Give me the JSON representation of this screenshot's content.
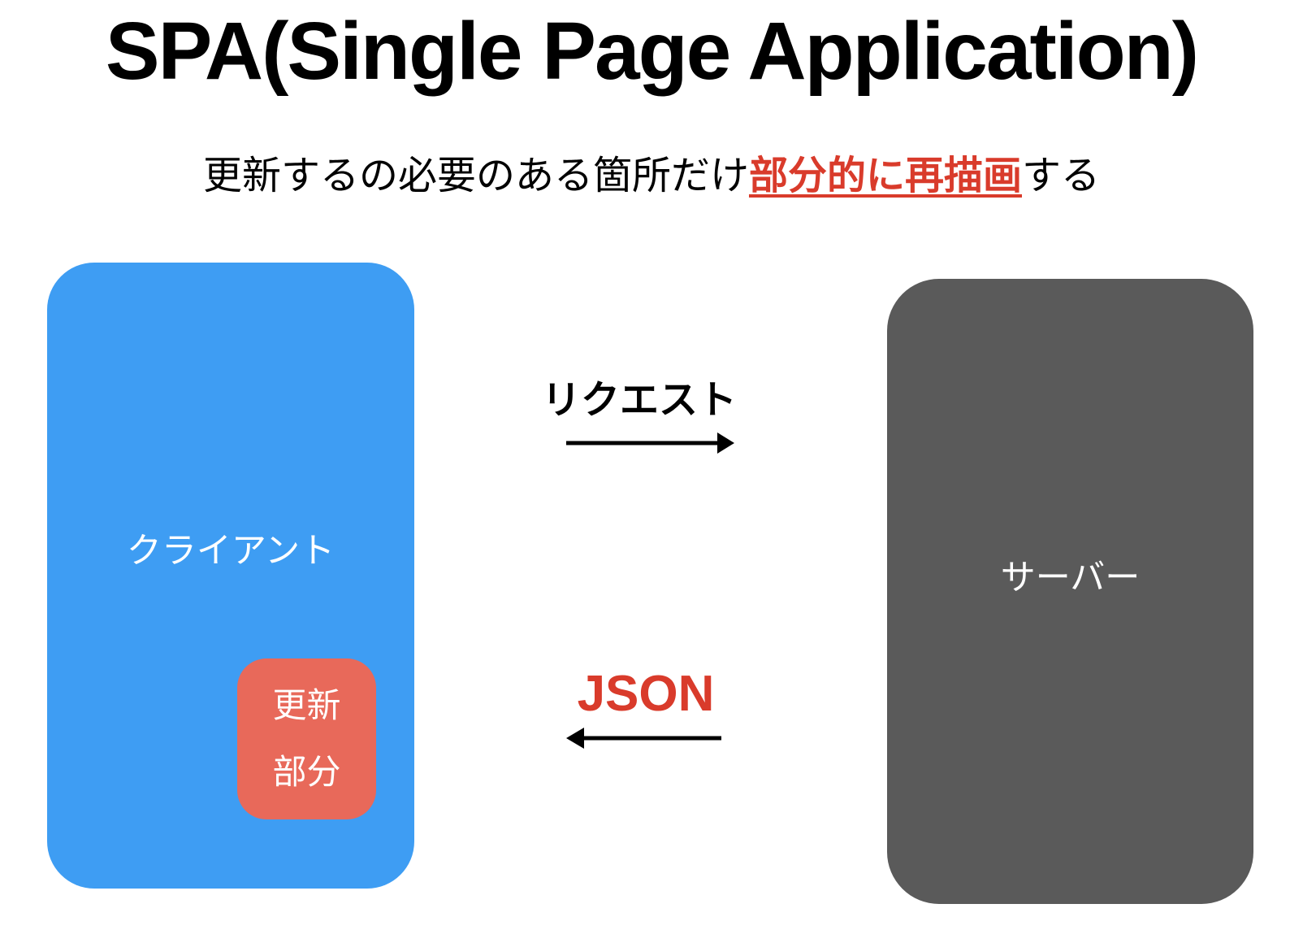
{
  "slide": {
    "title": "SPA(Single Page Application)",
    "subtitle_prefix": "更新するの必要のある箇所だけ",
    "subtitle_highlight": "部分的に再描画",
    "subtitle_suffix": "する"
  },
  "client": {
    "label": "クライアント"
  },
  "update_region": {
    "line1": "更新",
    "line2": "部分"
  },
  "server": {
    "label": "サーバー"
  },
  "request": {
    "label": "リクエスト",
    "direction": "right"
  },
  "response": {
    "label": "JSON",
    "direction": "left"
  },
  "colors": {
    "client-blue": "#3E9DF3",
    "update-red": "#E8695A",
    "server-gray": "#5A5A5A",
    "accent-red": "#D93B2B",
    "ink": "#000000",
    "text-white": "#FFFFFF",
    "paper": "#FFFFFF"
  }
}
